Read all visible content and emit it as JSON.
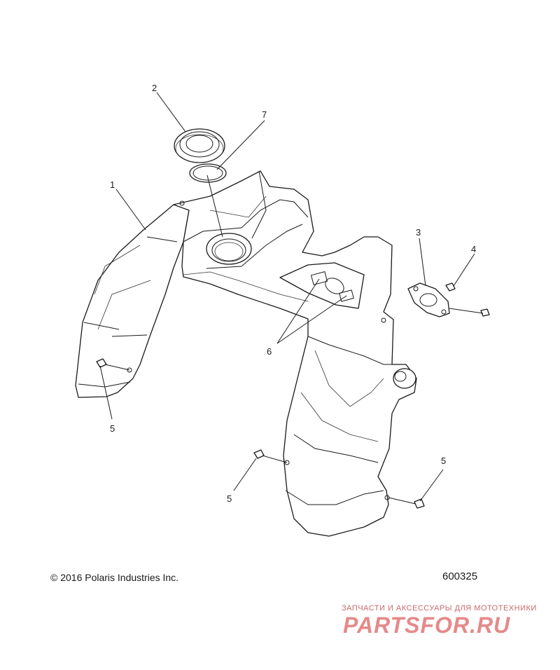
{
  "callouts": {
    "c1": "1",
    "c2": "2",
    "c3": "3",
    "c4": "4",
    "c5a": "5",
    "c5b": "5",
    "c5c": "5",
    "c6": "6",
    "c7": "7"
  },
  "footer": {
    "copyright": "© 2016 Polaris Industries Inc.",
    "figure_number": "600325"
  },
  "watermark": {
    "tagline": "ЗАПЧАСТИ И АКСЕССУАРЫ ДЛЯ МОТОТЕХНИКИ",
    "logo": "PARTSFOR.RU"
  },
  "colors": {
    "line": "#1a1a1a",
    "background": "#ffffff",
    "watermark": "#e58a8a"
  }
}
